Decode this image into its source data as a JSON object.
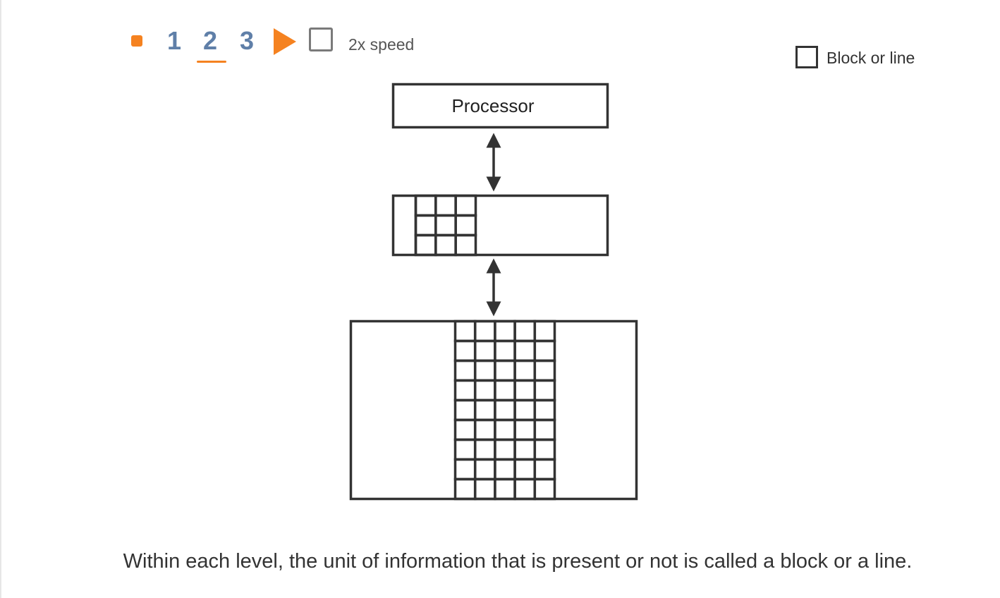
{
  "controls": {
    "stop_button": "stop-icon",
    "steps": [
      "1",
      "2",
      "3"
    ],
    "active_step": "2",
    "play_button": "play-icon",
    "speed_checkbox_label": "2x speed",
    "speed_checked": false,
    "accent_color": "#f58220",
    "step_color": "#5f7fa8"
  },
  "legend": {
    "label": "Block or line"
  },
  "diagram": {
    "processor_label": "Processor",
    "levels": [
      {
        "name": "processor"
      },
      {
        "name": "upper-level",
        "block_grid": {
          "rows": 3,
          "cols": 3
        }
      },
      {
        "name": "lower-level",
        "block_grid": {
          "rows": 9,
          "cols": 5
        }
      }
    ],
    "stroke_color": "#333333"
  },
  "caption": "Within each level, the unit of information that is present or not is called a block or a line."
}
